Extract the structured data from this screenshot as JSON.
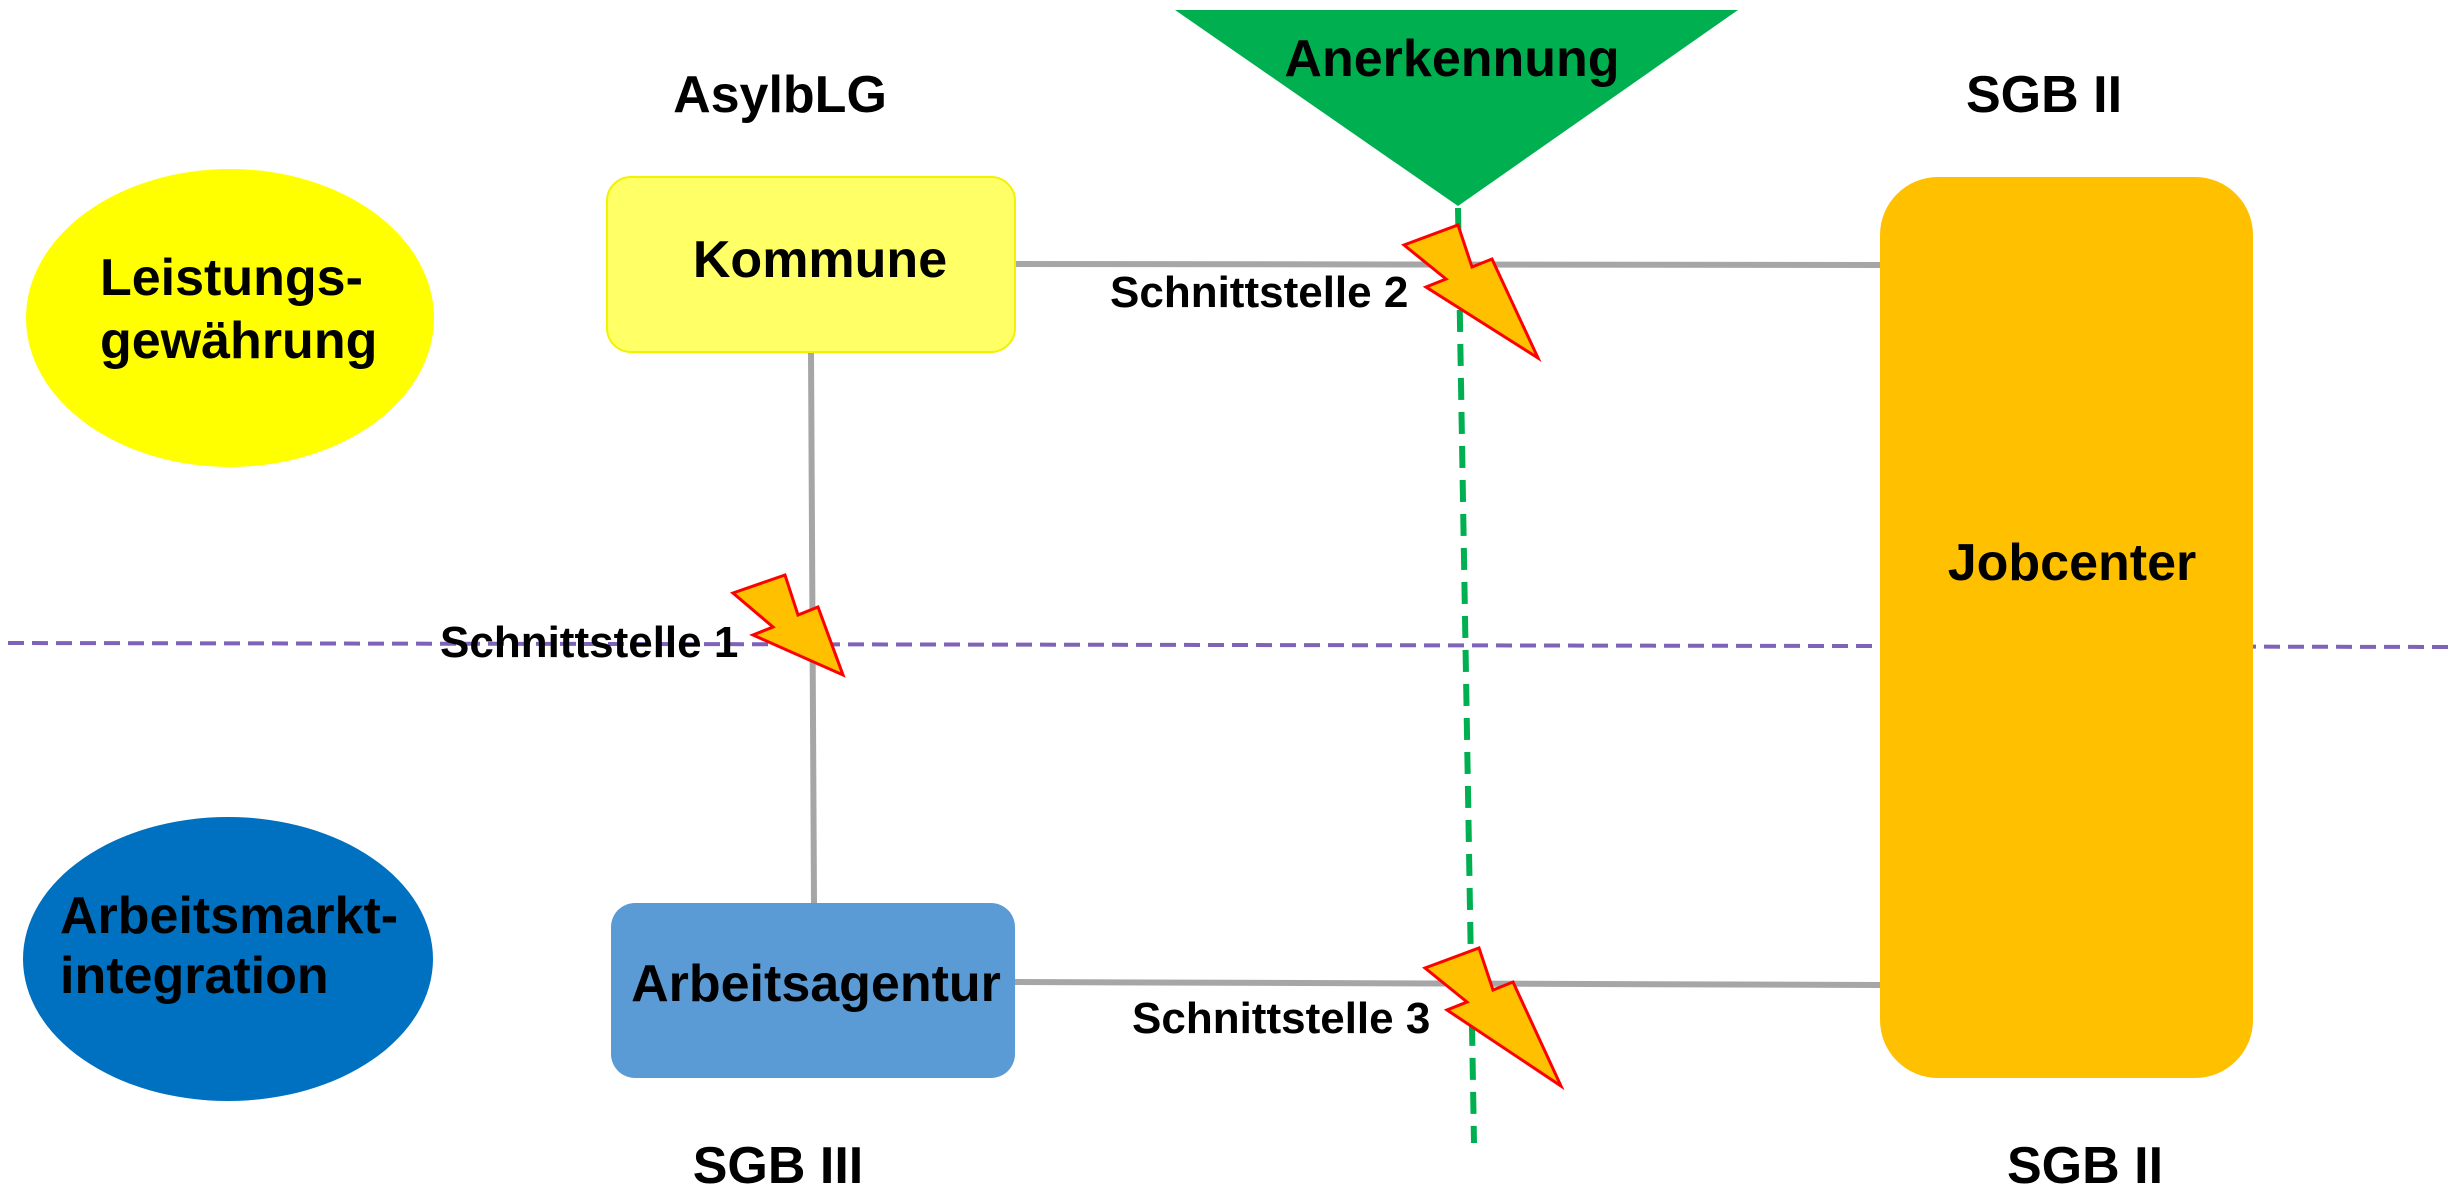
{
  "colors": {
    "yellow_ellipse": "#FFFF00",
    "blue_ellipse": "#0070C0",
    "kommune_box": "#FFFF66",
    "arbeitsagentur_box": "#5B9BD5",
    "jobcenter_box": "#FFC000",
    "anerkennung_triangle": "#00B050",
    "connector_line": "#A6A6A6",
    "horizontal_divider": "#7F63B8",
    "vertical_divider": "#00B050",
    "lightning_fill": "#FFC000",
    "lightning_stroke": "#FF0000"
  },
  "ellipses": {
    "leistung_line1": "Leistungs-",
    "leistung_line2": "gewährung",
    "arbeit_line1": "Arbeitsmarkt-",
    "arbeit_line2": "integration"
  },
  "headers": {
    "top_left": "AsylbLG",
    "top_right": "SGB II",
    "bottom_left": "SGB III",
    "bottom_right": "SGB II"
  },
  "boxes": {
    "kommune": "Kommune",
    "arbeitsagentur": "Arbeitsagentur",
    "jobcenter": "Jobcenter"
  },
  "triangle": {
    "label": "Anerkennung"
  },
  "interfaces": {
    "s1": "Schnittstelle 1",
    "s2": "Schnittstelle 2",
    "s3": "Schnittstelle 3"
  },
  "icons": {
    "interface_marker": "lightning-bolt-icon"
  }
}
